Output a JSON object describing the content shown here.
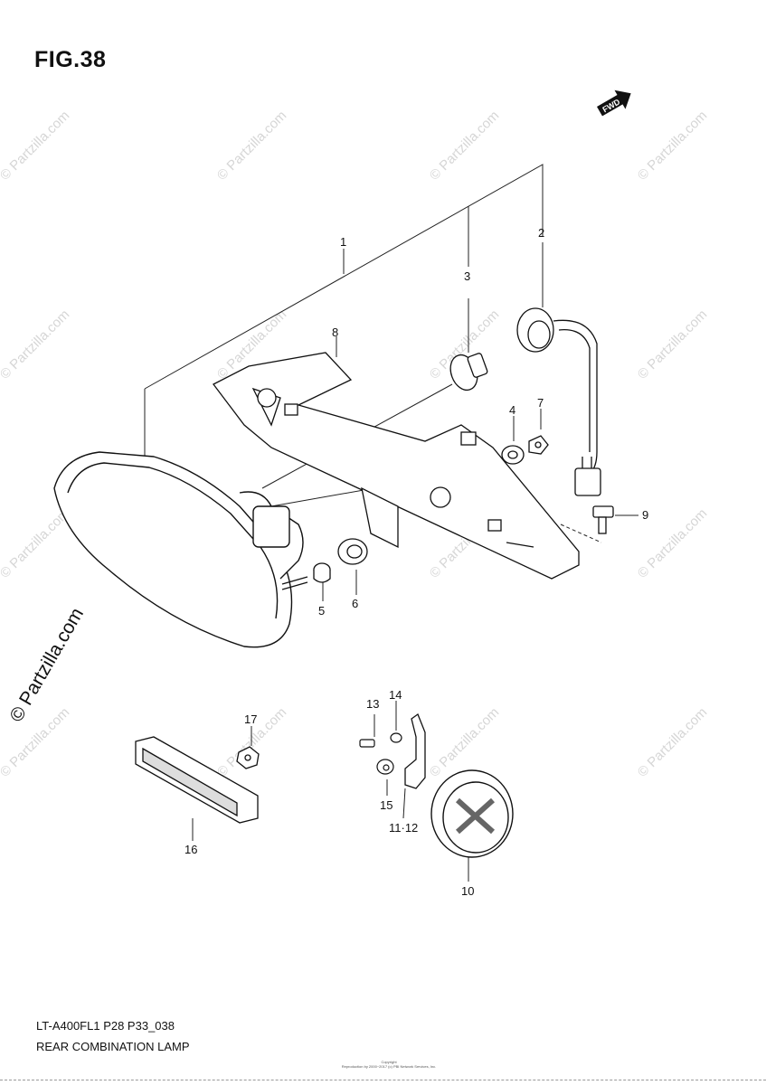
{
  "figure": {
    "title": "FIG.38",
    "fwd_label": "FWD",
    "model_code": "LT-A400FL1  P28  P33_038",
    "section_name": "REAR COMBINATION LAMP",
    "copyright_line1": "Copyright",
    "copyright_line2": "Reproduction by 2000~2017 (c) PBI Network Services, Inc."
  },
  "watermark": {
    "text": "© Partzilla.com",
    "big_text": "© Partzilla.com"
  },
  "part_labels": [
    {
      "id": "1",
      "text": "1"
    },
    {
      "id": "2",
      "text": "2"
    },
    {
      "id": "3",
      "text": "3"
    },
    {
      "id": "4",
      "text": "4"
    },
    {
      "id": "5",
      "text": "5"
    },
    {
      "id": "6",
      "text": "6"
    },
    {
      "id": "7",
      "text": "7"
    },
    {
      "id": "8",
      "text": "8"
    },
    {
      "id": "9",
      "text": "9"
    },
    {
      "id": "10",
      "text": "10"
    },
    {
      "id": "11-12",
      "text": "11·12"
    },
    {
      "id": "13",
      "text": "13"
    },
    {
      "id": "14",
      "text": "14"
    },
    {
      "id": "15",
      "text": "15"
    },
    {
      "id": "16",
      "text": "16"
    },
    {
      "id": "17",
      "text": "17"
    }
  ]
}
